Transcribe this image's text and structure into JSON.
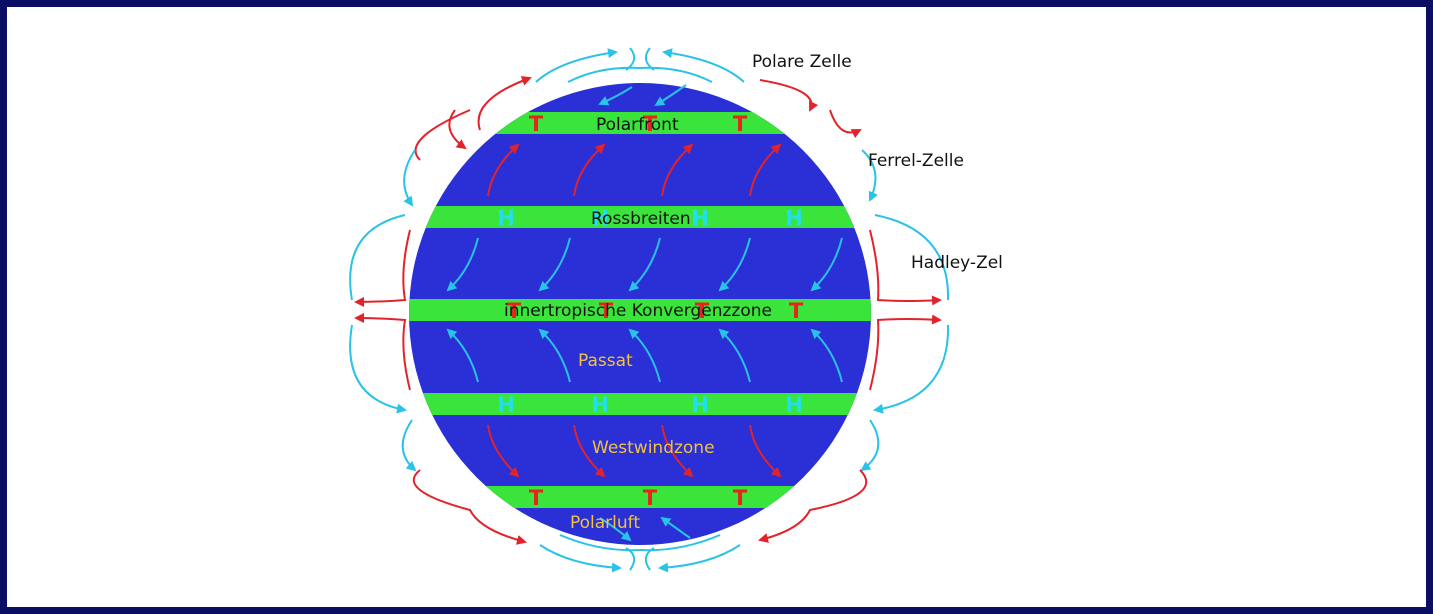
{
  "colors": {
    "frame": "#0b0f63",
    "globe": "#2a2fd6",
    "band": "#3be43a",
    "low_pressure": "#e8231e",
    "high_pressure": "#1fe0ec",
    "cold_air": "#28c3e6",
    "warm_air": "#e2232a",
    "zone_label": "#f2c33a"
  },
  "cells": {
    "polar": "Polare Zelle",
    "ferrel": "Ferrel-Zelle",
    "hadley": "Hadley-Zel"
  },
  "bands": {
    "polar_front": "Polarfront",
    "horse_latitudes": "Rossbreiten",
    "itcz": "innertropische Konvergenzzone"
  },
  "zones": {
    "trade_wind": "Passat",
    "westerlies": "Westwindzone",
    "polar_air": "Polarluft"
  },
  "pressure_symbols": {
    "low": "T",
    "high": "H"
  }
}
